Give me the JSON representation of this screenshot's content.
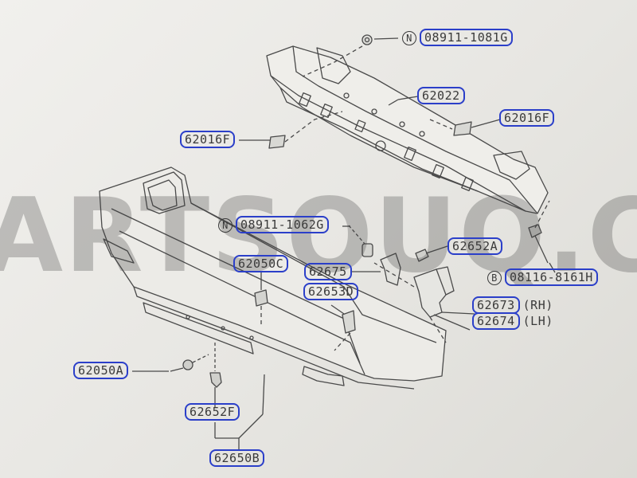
{
  "watermark": "ARTSOUQ.CO",
  "labels": {
    "nut_top": {
      "circle": "N",
      "text": "08911-1081G"
    },
    "reinforcement": "62022",
    "pad_right": "62016F",
    "pad_left": "62016F",
    "nut_mid": {
      "circle": "N",
      "text": "08911-1062G"
    },
    "bolt_right": {
      "circle": "B",
      "text": "08116-8161H"
    },
    "clip_top": "62652A",
    "clip_62050C": "62050C",
    "stay_center": "62675",
    "stay_small": "62653D",
    "bracket_rh": {
      "text": "62673",
      "suffix": "(RH)"
    },
    "bracket_lh": {
      "text": "62674",
      "suffix": "(LH)"
    },
    "clip_62050A": "62050A",
    "clip_62652F": "62652F",
    "bumper_fascia": "62650B"
  }
}
